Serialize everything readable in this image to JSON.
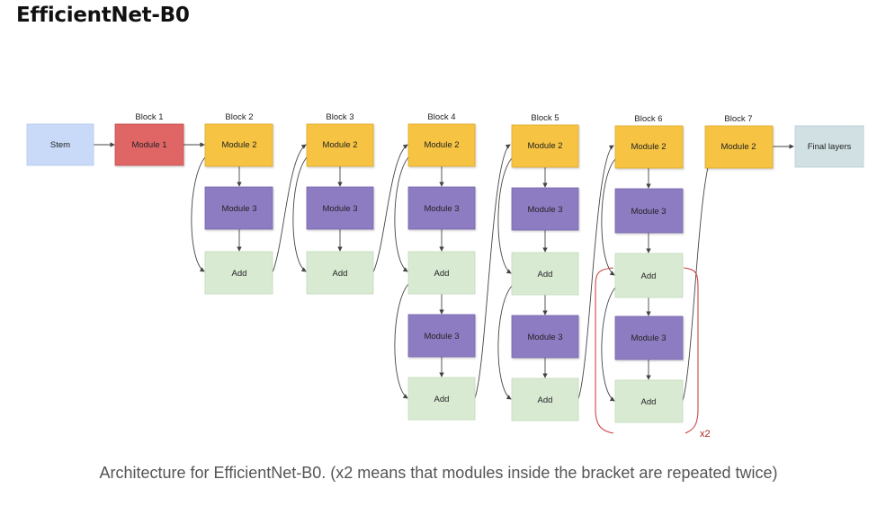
{
  "title": "EfficientNet-B0",
  "caption": "Architecture for EfficientNet-B0. (x2 means that modules inside the bracket are repeated twice)",
  "colors": {
    "stem": "#c9daf8",
    "module1": "#e06666",
    "module2": "#f6c342",
    "module3": "#8e7cc3",
    "add": "#d9ead3",
    "final": "#d0e0e3",
    "bracket": "#cc4444"
  },
  "nodes": {
    "stem": "Stem",
    "final": "Final layers",
    "module1": "Module 1",
    "module2": "Module 2",
    "module3": "Module 3",
    "add": "Add"
  },
  "blocks": {
    "b1": "Block 1",
    "b2": "Block 2",
    "b3": "Block 3",
    "b4": "Block 4",
    "b5": "Block 5",
    "b6": "Block 6",
    "b7": "Block 7"
  },
  "repeat": "x2"
}
